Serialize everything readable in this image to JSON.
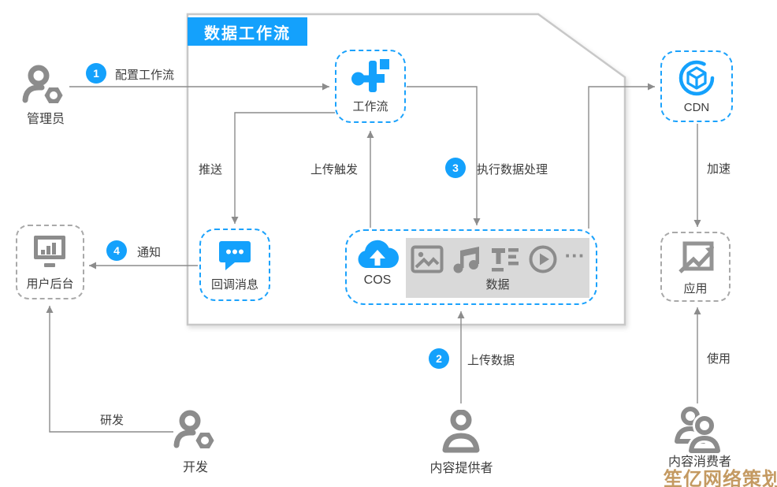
{
  "header": {
    "title": "数据工作流"
  },
  "colors": {
    "accent_blue": "#14A1FC",
    "icon_gray": "#8C8C8C",
    "watermark": "#C49A62"
  },
  "nodes": {
    "workflow": {
      "label": "工作流"
    },
    "cdn": {
      "label": "CDN"
    },
    "callback": {
      "label": "回调消息"
    },
    "cos": {
      "label": "COS"
    },
    "data": {
      "label": "数据",
      "more": "···"
    },
    "user_backend": {
      "label": "用户后台"
    },
    "app": {
      "label": "应用"
    }
  },
  "actors": {
    "admin": {
      "label": "管理员"
    },
    "developer": {
      "label": "开发"
    },
    "content_provider": {
      "label": "内容提供者"
    },
    "content_consumer": {
      "label": "内容消费者"
    }
  },
  "flows": {
    "step1": {
      "num": "1",
      "label": "配置工作流"
    },
    "step2": {
      "num": "2",
      "label": "上传数据"
    },
    "step3": {
      "num": "3",
      "label": "执行数据处理"
    },
    "step4": {
      "num": "4",
      "label": "通知"
    },
    "push": {
      "label": "推送"
    },
    "upload_trigger": {
      "label": "上传触发"
    },
    "accelerate": {
      "label": "加速"
    },
    "use": {
      "label": "使用"
    },
    "rd": {
      "label": "研发"
    }
  },
  "watermark": {
    "text": "笙亿网络策划"
  }
}
